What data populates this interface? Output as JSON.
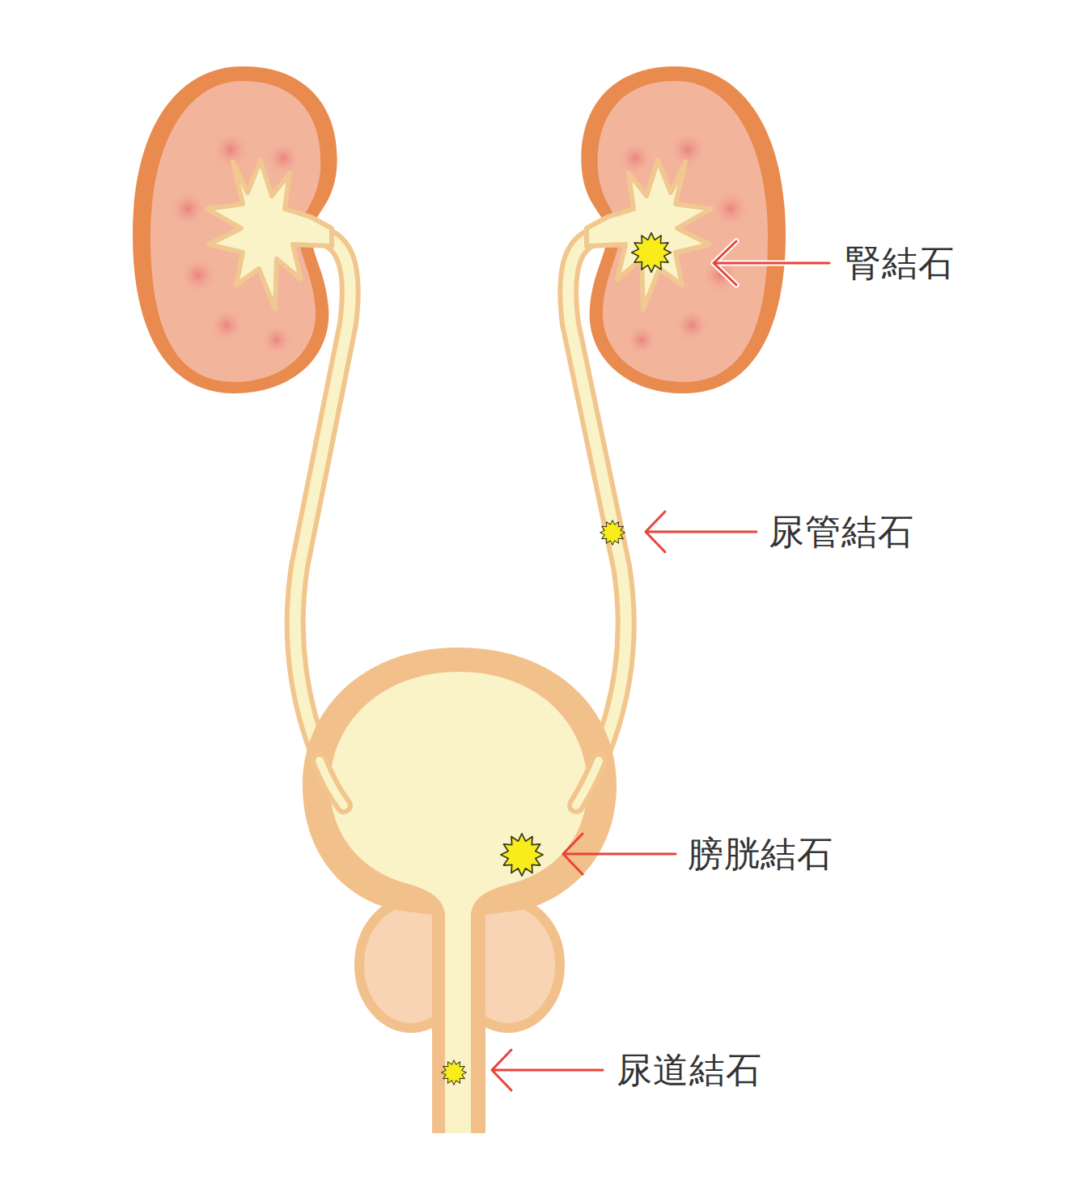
{
  "diagram": {
    "labels": [
      "腎結石",
      "尿管結石",
      "膀胱結石",
      "尿道結石"
    ]
  }
}
